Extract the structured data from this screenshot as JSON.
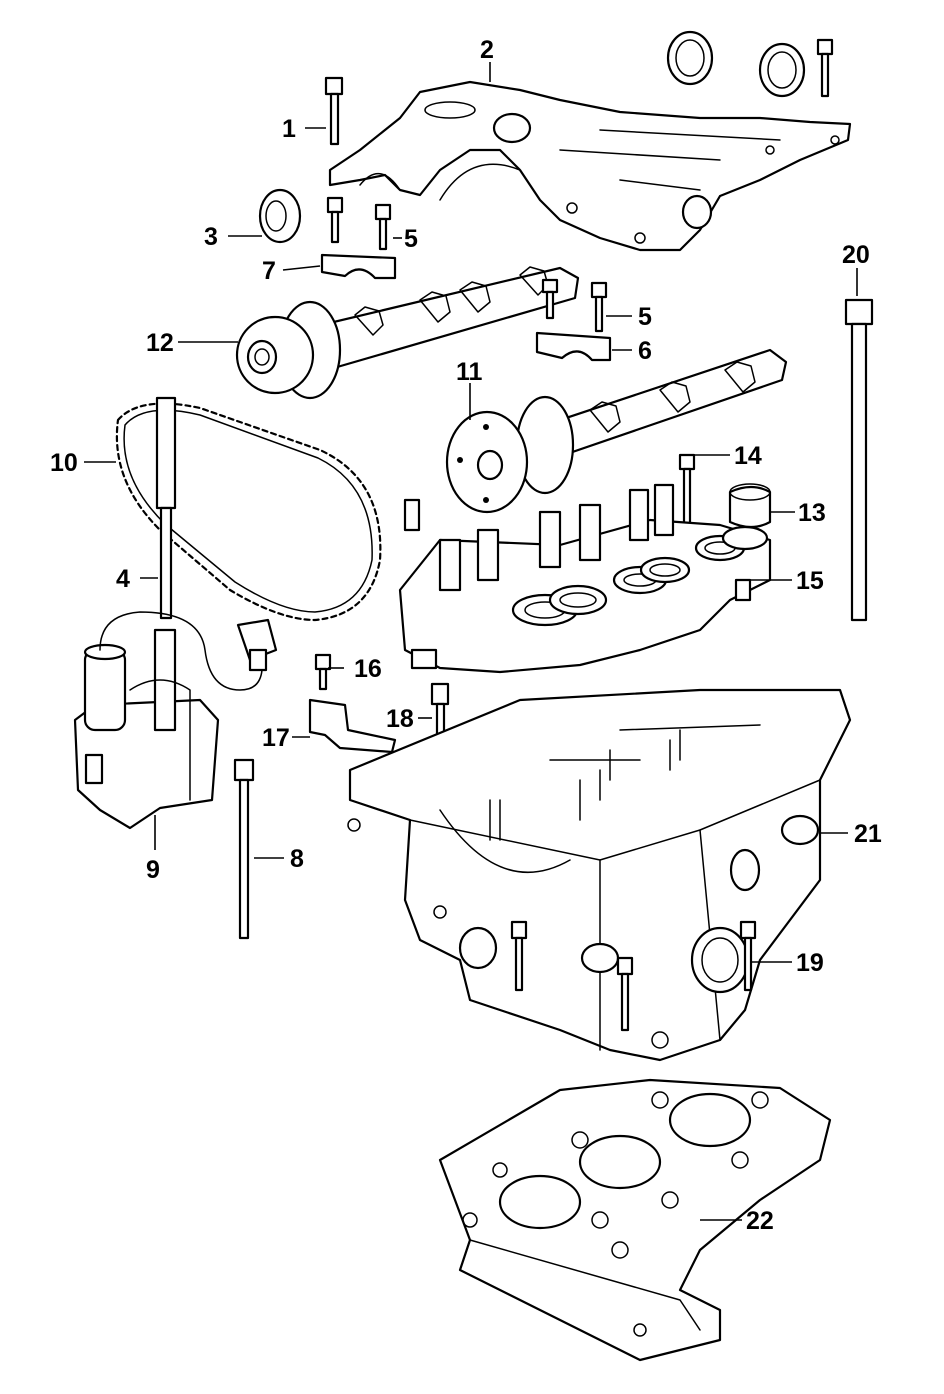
{
  "callouts": [
    {
      "id": "1",
      "label": "1"
    },
    {
      "id": "2",
      "label": "2"
    },
    {
      "id": "3",
      "label": "3"
    },
    {
      "id": "4",
      "label": "4"
    },
    {
      "id": "5a",
      "label": "5"
    },
    {
      "id": "5b",
      "label": "5"
    },
    {
      "id": "6",
      "label": "6"
    },
    {
      "id": "7",
      "label": "7"
    },
    {
      "id": "8",
      "label": "8"
    },
    {
      "id": "9",
      "label": "9"
    },
    {
      "id": "10",
      "label": "10"
    },
    {
      "id": "11",
      "label": "11"
    },
    {
      "id": "12",
      "label": "12"
    },
    {
      "id": "13",
      "label": "13"
    },
    {
      "id": "14",
      "label": "14"
    },
    {
      "id": "15",
      "label": "15"
    },
    {
      "id": "16",
      "label": "16"
    },
    {
      "id": "17",
      "label": "17"
    },
    {
      "id": "18",
      "label": "18"
    },
    {
      "id": "19",
      "label": "19"
    },
    {
      "id": "20",
      "label": "20"
    },
    {
      "id": "21",
      "label": "21"
    },
    {
      "id": "22",
      "label": "22"
    }
  ]
}
